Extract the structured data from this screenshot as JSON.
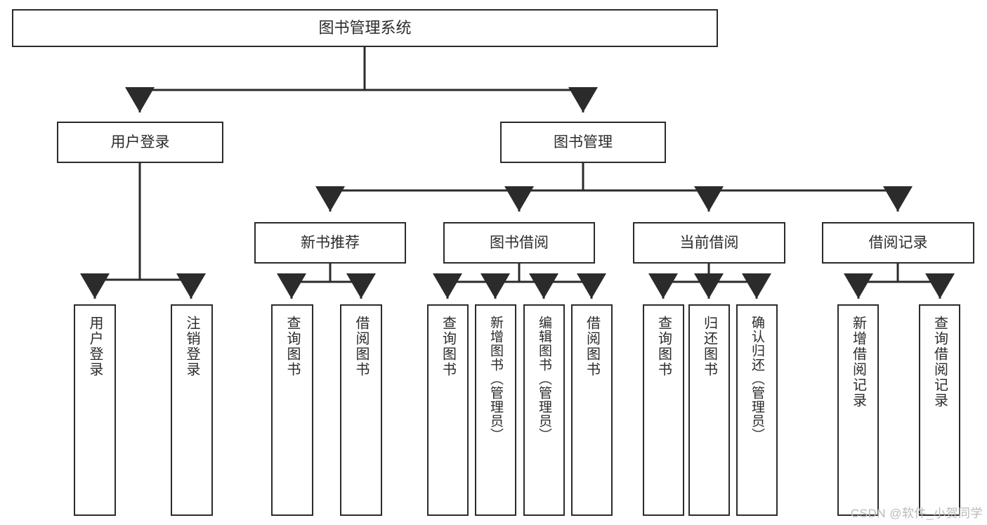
{
  "diagram": {
    "title": "图书管理系统",
    "type": "hierarchy-tree",
    "watermark": "CSDN @软件_小贺同学",
    "colors": {
      "stroke": "#2b2b2b",
      "fill": "#ffffff",
      "text": "#2b2b2b",
      "watermark": "#b9b9b9"
    },
    "nodes": {
      "root": {
        "label": "图书管理系统"
      },
      "level2": [
        {
          "id": "user-login",
          "label": "用户登录"
        },
        {
          "id": "book-management",
          "label": "图书管理"
        }
      ],
      "level3": [
        {
          "id": "new-book-recommend",
          "label": "新书推荐"
        },
        {
          "id": "book-borrow",
          "label": "图书借阅"
        },
        {
          "id": "current-borrow",
          "label": "当前借阅"
        },
        {
          "id": "borrow-record",
          "label": "借阅记录"
        }
      ],
      "leaves": {
        "user-login": [
          {
            "id": "leaf-user-login",
            "label": "用户登录"
          },
          {
            "id": "leaf-logout-login",
            "label": "注销登录"
          }
        ],
        "new-book-recommend": [
          {
            "id": "leaf-query-book-1",
            "label": "查询图书"
          },
          {
            "id": "leaf-borrow-book-1",
            "label": "借阅图书"
          }
        ],
        "book-borrow": [
          {
            "id": "leaf-query-book-2",
            "label": "查询图书"
          },
          {
            "id": "leaf-add-book-admin",
            "label": "新增图书（管理员）"
          },
          {
            "id": "leaf-edit-book-admin",
            "label": "编辑图书（管理员）"
          },
          {
            "id": "leaf-borrow-book-2",
            "label": "借阅图书"
          }
        ],
        "current-borrow": [
          {
            "id": "leaf-query-book-3",
            "label": "查询图书"
          },
          {
            "id": "leaf-return-book",
            "label": "归还图书"
          },
          {
            "id": "leaf-confirm-return-admin",
            "label": "确认归还（管理员）"
          }
        ],
        "borrow-record": [
          {
            "id": "leaf-add-borrow-record",
            "label": "新增借阅记录"
          },
          {
            "id": "leaf-query-borrow-record",
            "label": "查询借阅记录"
          }
        ]
      }
    }
  }
}
